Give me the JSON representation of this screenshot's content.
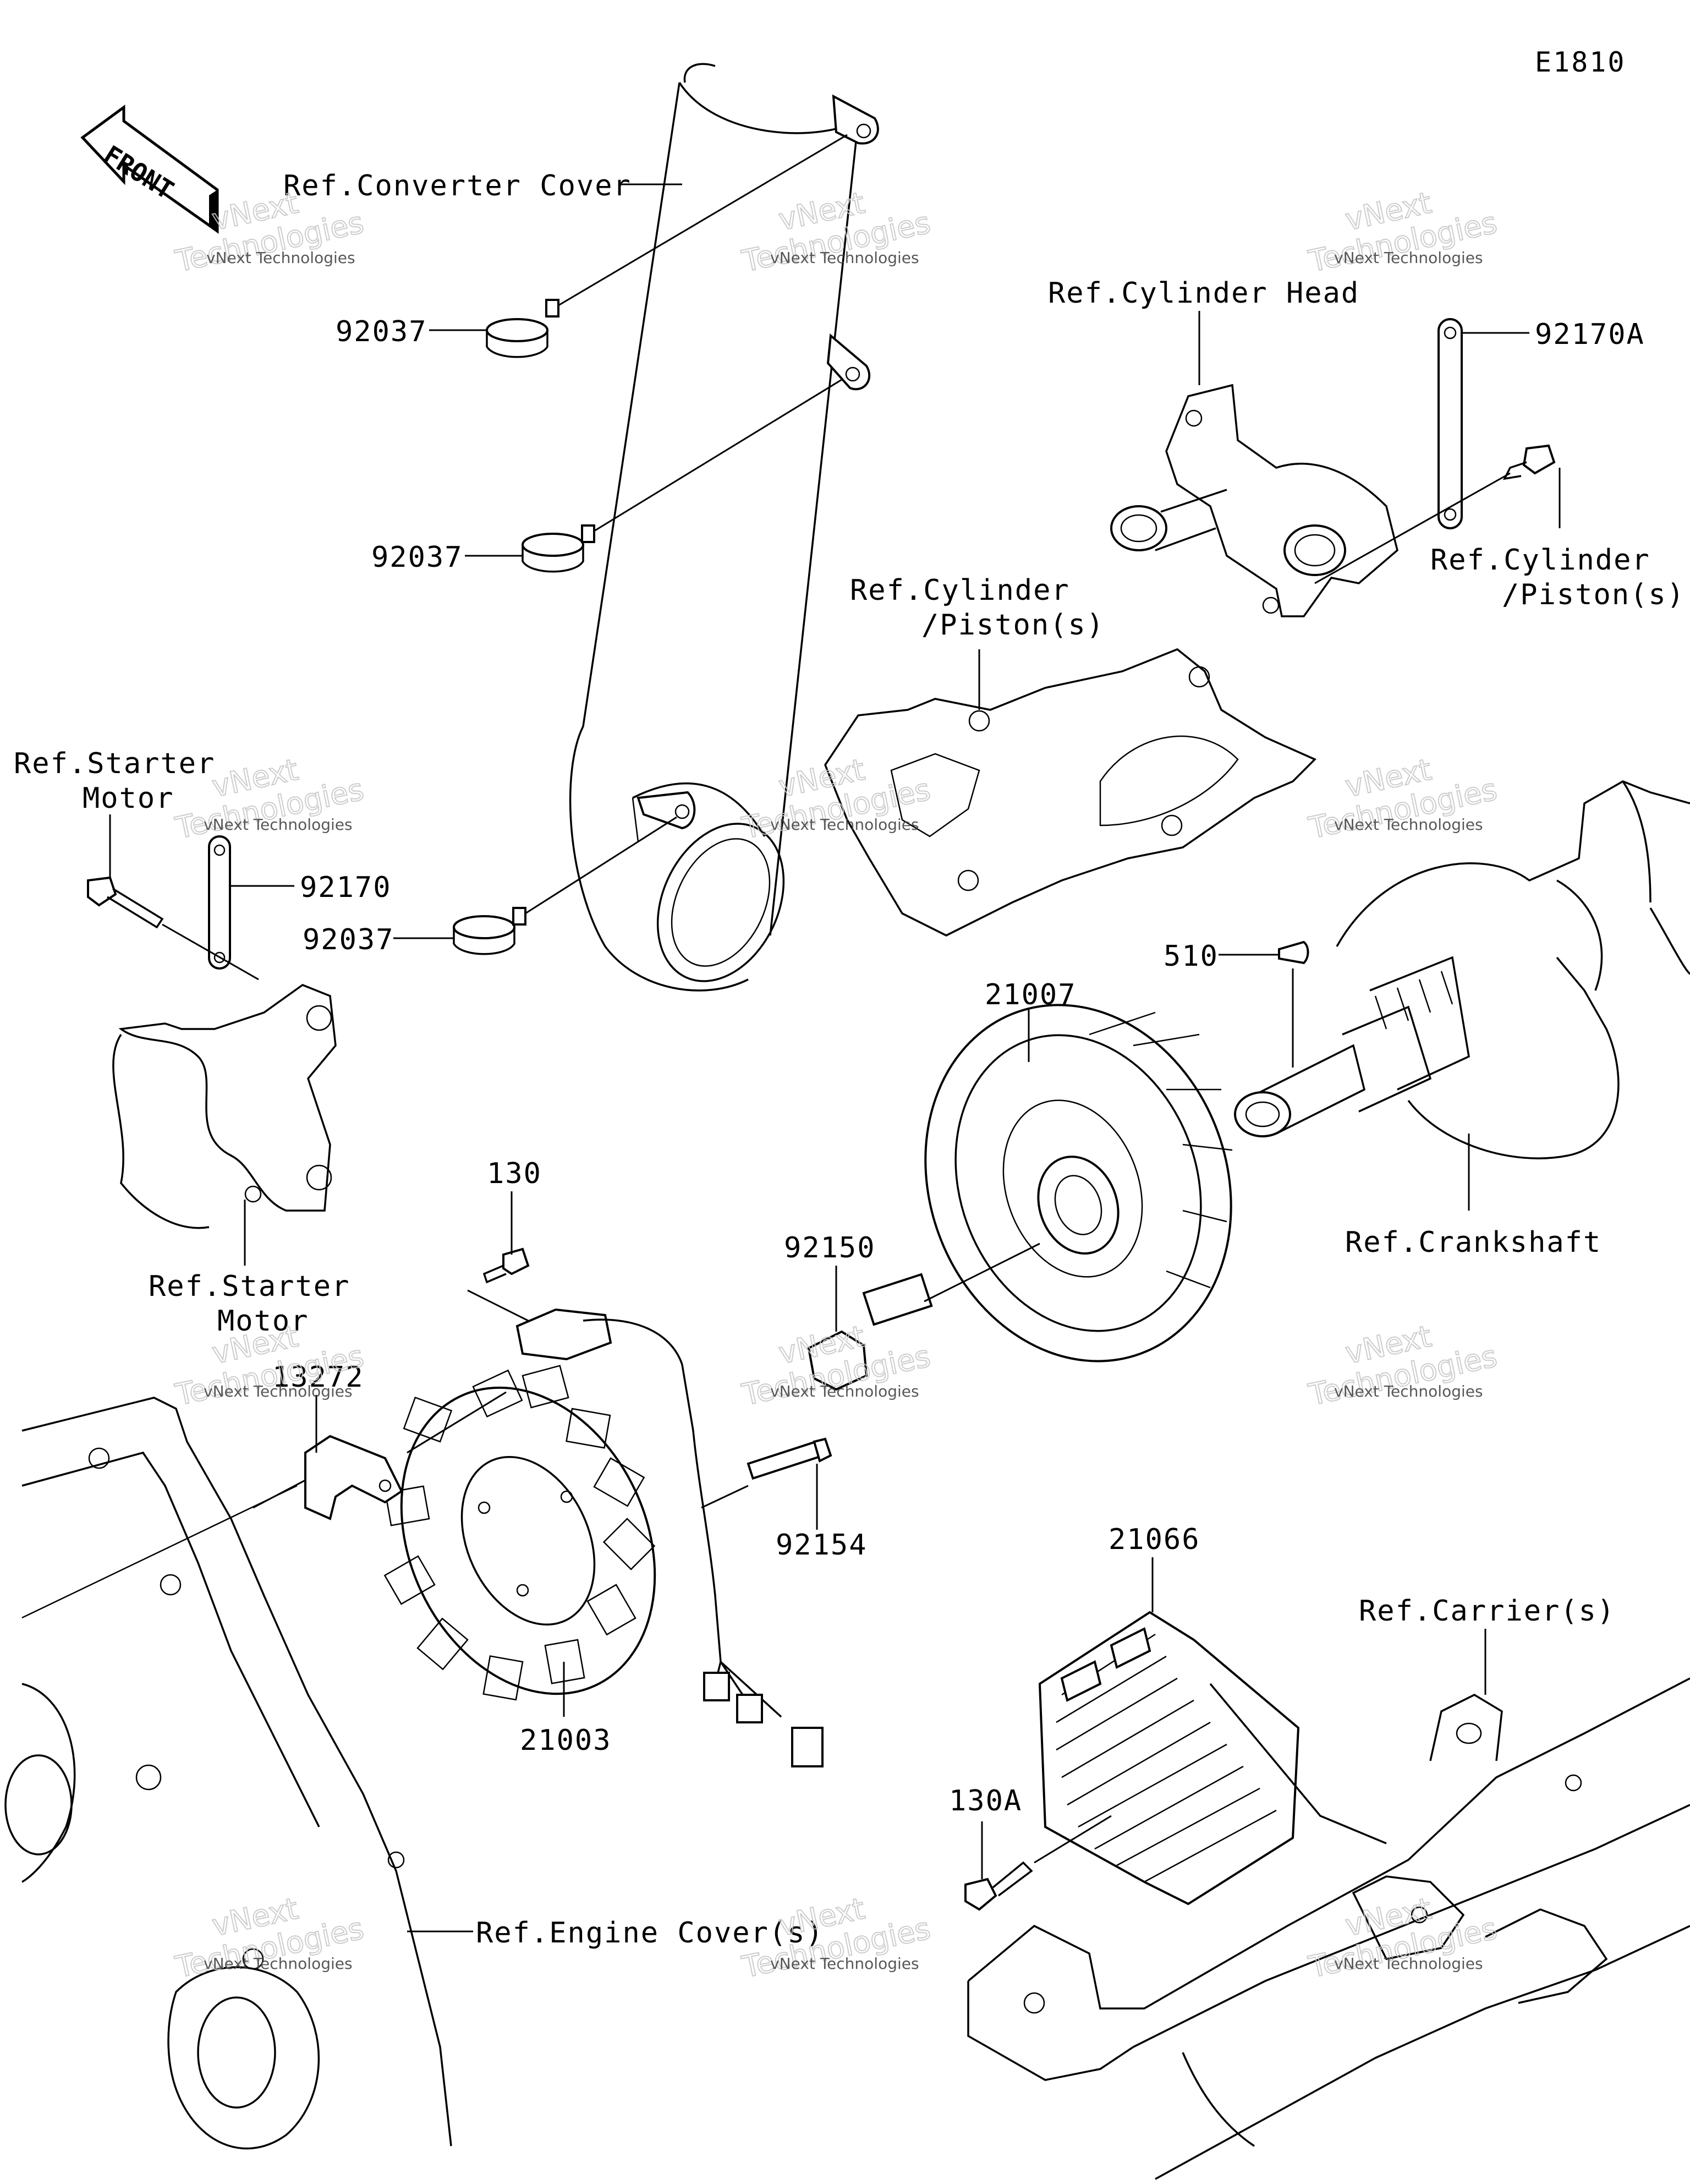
{
  "diagram_code": "E1810",
  "front_label": "FRONT",
  "watermark": {
    "line1": "vNext Technologies",
    "line2": "vNext",
    "line3": "Technologies"
  },
  "parts": {
    "p92037_a": "92037",
    "p92037_b": "92037",
    "p92037_c": "92037",
    "p92170A": "92170A",
    "p92170": "92170",
    "p510": "510",
    "p21007": "21007",
    "p130": "130",
    "p92150": "92150",
    "p13272": "13272",
    "p92154": "92154",
    "p21066": "21066",
    "p21003": "21003",
    "p130A": "130A"
  },
  "refs": {
    "converter_cover": "Ref.Converter Cover",
    "cylinder_head": "Ref.Cylinder Head",
    "cylinder_piston_right_1": "Ref.Cylinder",
    "cylinder_piston_right_2": "/Piston(s)",
    "cylinder_piston_mid_1": "Ref.Cylinder",
    "cylinder_piston_mid_2": "/Piston(s)",
    "starter_motor_top_1": "Ref.Starter",
    "starter_motor_top_2": "Motor",
    "starter_motor_bottom_1": "Ref.Starter",
    "starter_motor_bottom_2": "Motor",
    "crankshaft": "Ref.Crankshaft",
    "carriers": "Ref.Carrier(s)",
    "engine_covers": "Ref.Engine Cover(s)"
  }
}
